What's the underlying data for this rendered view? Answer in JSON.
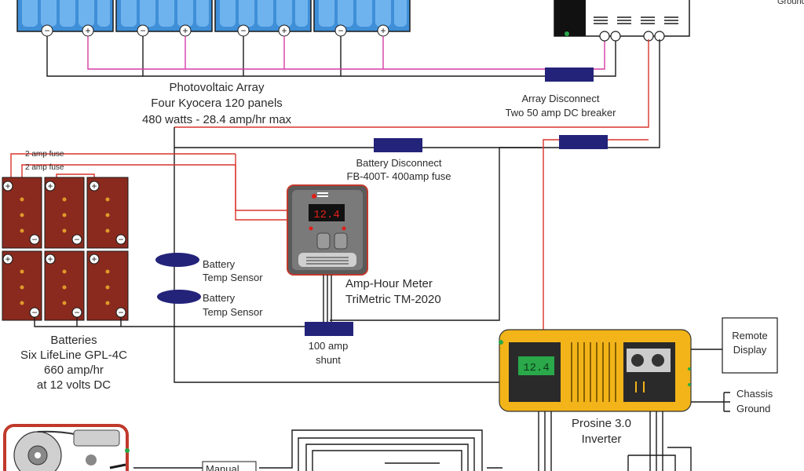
{
  "colors": {
    "panel_blue": "#3f8fd8",
    "panel_cell": "#6fb3ee",
    "battery_red": "#8a2a1e",
    "breaker_navy": "#23237a",
    "inverter_yellow": "#f2b418",
    "wire_black": "#1a1a1a",
    "wire_red": "#d9342b",
    "wire_pink": "#d63ca6",
    "meter_display_red": "#e0201a",
    "inverter_display_green": "#2aa84a"
  },
  "pv_array": {
    "title": "Photovoltaic Array",
    "line2": "Four Kyocera 120 panels",
    "line3": "480 watts - 28.4 amp/hr max"
  },
  "top_right": {
    "ground_label": "Ground"
  },
  "array_disconnect": {
    "title": "Array Disconnect",
    "subtitle": "Two 50 amp DC breaker"
  },
  "fuses": {
    "fuse1": "2 amp fuse",
    "fuse2": "2 amp fuse"
  },
  "battery_disconnect": {
    "title": "Battery Disconnect",
    "subtitle": "FB-400T- 400amp fuse"
  },
  "temp_sensors": [
    {
      "line1": "Battery",
      "line2": "Temp Sensor"
    },
    {
      "line1": "Battery",
      "line2": "Temp Sensor"
    }
  ],
  "amp_hour_meter": {
    "title": "Amp-Hour Meter",
    "model": "TriMetric TM-2020",
    "display": "12.4"
  },
  "batteries": {
    "title": "Batteries",
    "line2": "Six LifeLine GPL-4C",
    "line3": "660 amp/hr",
    "line4": "at 12 volts DC"
  },
  "shunt": {
    "line1": "100 amp",
    "line2": "shunt"
  },
  "inverter": {
    "line1": "Prosine 3.0",
    "line2": "Inverter",
    "display": "12.4"
  },
  "remote_display": {
    "line1": "Remote",
    "line2": "Display"
  },
  "chassis_ground": {
    "line1": "Chassis",
    "line2": "Ground"
  },
  "manual_label": "Manual"
}
